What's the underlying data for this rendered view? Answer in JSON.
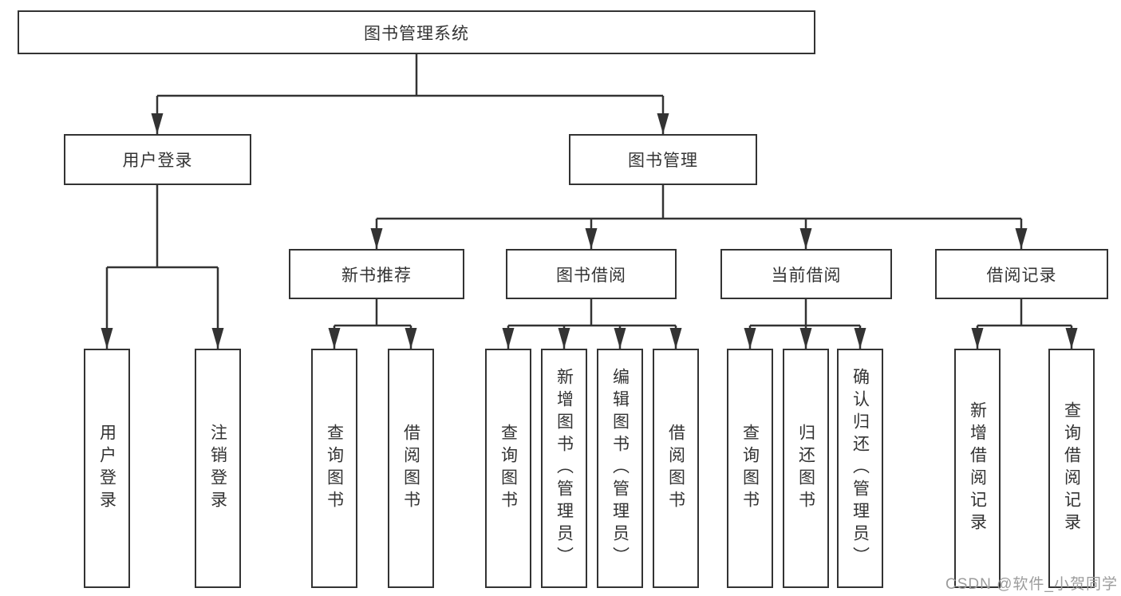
{
  "diagram": {
    "type": "hierarchy-tree",
    "colors": {
      "line": "#333333",
      "text": "#333333",
      "box_background": "#ffffff",
      "page_background": "#ffffff",
      "watermark": "#9c9c9c"
    },
    "tree": {
      "root": "图书管理系统",
      "level2": [
        {
          "label": "用户登录",
          "children": [
            "用户登录",
            "注销登录"
          ]
        },
        {
          "label": "图书管理",
          "sections": [
            {
              "label": "新书推荐",
              "children": [
                "查询图书",
                "借阅图书"
              ]
            },
            {
              "label": "图书借阅",
              "children": [
                "查询图书",
                "新增图书（管理员）",
                "编辑图书（管理员）",
                "借阅图书"
              ]
            },
            {
              "label": "当前借阅",
              "children": [
                "查询图书",
                "归还图书",
                "确认归还（管理员）"
              ]
            },
            {
              "label": "借阅记录",
              "children": [
                "新增借阅记录",
                "查询借阅记录"
              ]
            }
          ]
        }
      ]
    }
  },
  "watermark": {
    "text": "CSDN @软件_小贺同学"
  }
}
